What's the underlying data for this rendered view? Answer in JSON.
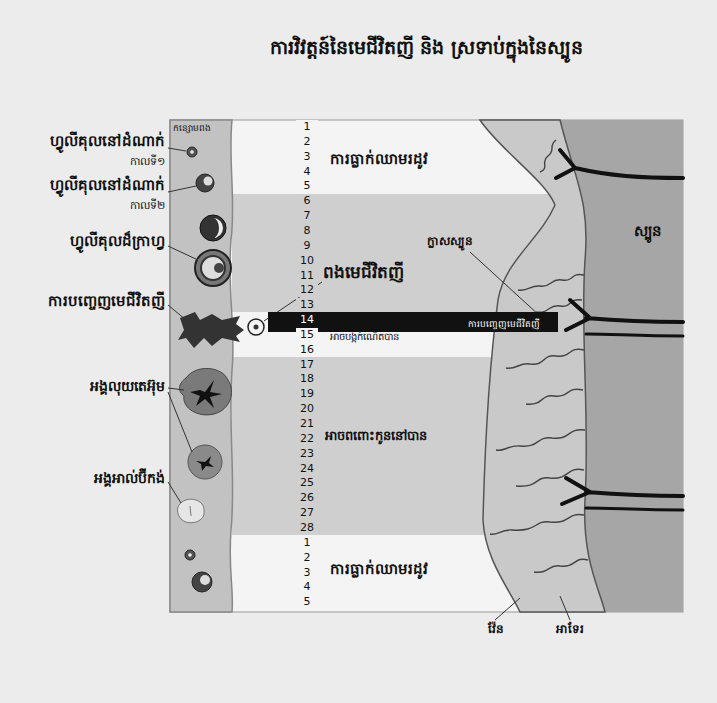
{
  "diagram": {
    "title": "ការវិវត្តន៍នៃមេជីវិតញី និង ស្រទាប់ក្នុងនៃស្បូន",
    "nodes": [
      {
        "text": [
          "ការបញ្ចេញមេជីវិតញី"
        ]
      }
    ],
    "labels": [
      "កន្សោមពង",
      "ហ្វូលីគុលនៅដំណាក់",
      "កាលទី១",
      "ហ្វូលីគុលនៅដំណាក់",
      "កាលទី២",
      "ហ្វូលីគុលដ៏ក្រាហ្វ",
      "ការបញ្ចេញមេជីវិតញី",
      "អង្គលុយតេអ៊ុម",
      "អង្គអាល់ប៊ីកង់",
      "1",
      "2",
      "3",
      "4",
      "5",
      "6",
      "7",
      "8",
      "9",
      "10",
      "11",
      "12",
      "13",
      "14",
      "15",
      "16",
      "17",
      "18",
      "19",
      "20",
      "21",
      "22",
      "23",
      "24",
      "25",
      "26",
      "27",
      "28",
      "1",
      "2",
      "3",
      "4",
      "5",
      "ការធ្លាក់ឈាមរដូវ",
      "ពងមេជីវិតញី",
      "អាចបង្កកំណើតបាន",
      "អាចពពោះកូននៅបាន",
      "ការធ្លាក់ឈាមរដូវ",
      "ក្លាសស្បូន",
      "ស្បូន",
      "វ៉ែន",
      "អាទែរ"
    ]
  }
}
